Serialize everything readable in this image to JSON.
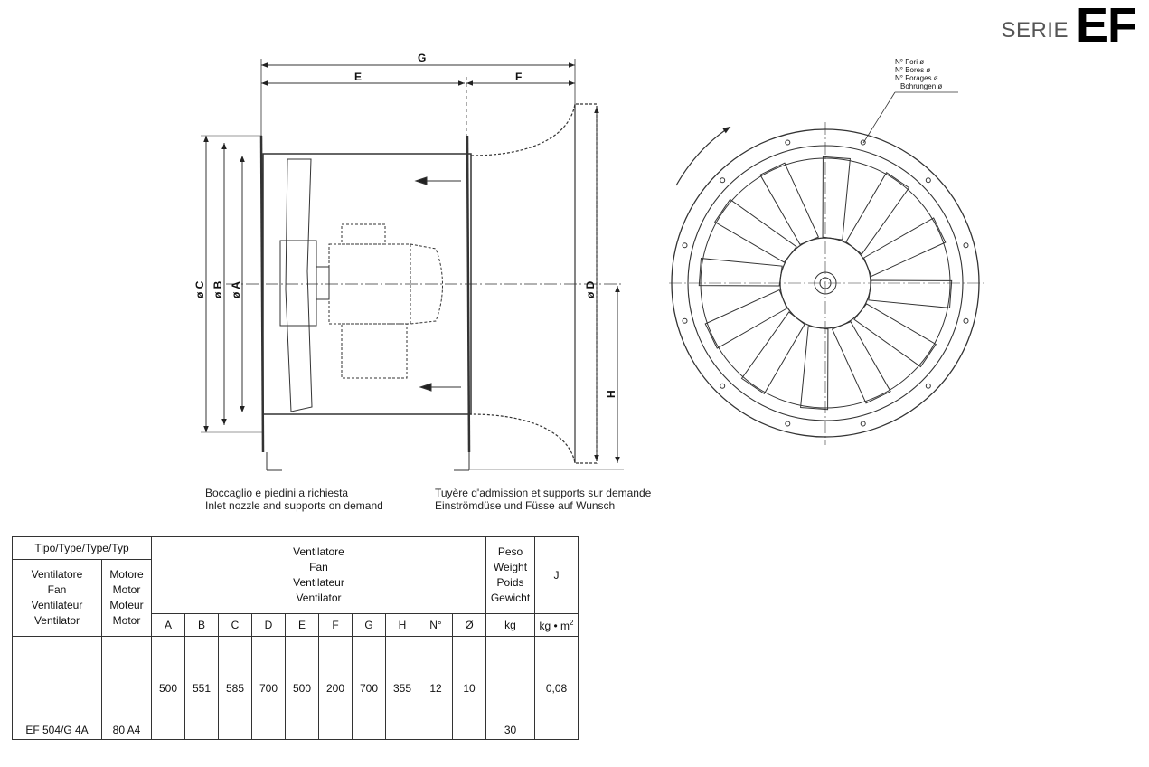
{
  "header": {
    "serie_word": "SERIE",
    "serie_code": "EF"
  },
  "side_view": {
    "dimension_letters": [
      "G",
      "E",
      "F",
      "ø C",
      "ø B",
      "ø A",
      "ø D",
      "H"
    ]
  },
  "front_view": {
    "holes_callout": [
      "N° Fori ø",
      "N° Bores ø",
      "N° Forages ø",
      "Bohrungen ø"
    ]
  },
  "notes": {
    "left": [
      "Boccaglio e piedini a richiesta",
      "Inlet nozzle and supports on demand"
    ],
    "right": [
      "Tuyère d'admission et supports sur demande",
      "Einströmdüse und Füsse auf Wunsch"
    ]
  },
  "table": {
    "type_header": "Tipo/Type/Type/Typ",
    "fan_col": [
      "Ventilatore",
      "Fan",
      "Ventilateur",
      "Ventilator"
    ],
    "motor_col": [
      "Motore",
      "Motor",
      "Moteur",
      "Motor"
    ],
    "ventilator_group": [
      "Ventilatore",
      "Fan",
      "Ventilateur",
      "Ventilator"
    ],
    "weight_header": [
      "Peso",
      "Weight",
      "Poids",
      "Gewicht"
    ],
    "inertia_header": "J",
    "dimension_columns": [
      "A",
      "B",
      "C",
      "D",
      "E",
      "F",
      "G",
      "H",
      "N°",
      "Ø"
    ],
    "weight_unit": "kg",
    "inertia_unit": "kg • m",
    "inertia_unit_exp": "2",
    "row": {
      "fan_model": "EF 504/G 4A",
      "motor_model": "80 A4",
      "values": [
        "500",
        "551",
        "585",
        "700",
        "500",
        "200",
        "700",
        "355",
        "12",
        "10"
      ],
      "weight": "30",
      "inertia": "0,08"
    }
  }
}
